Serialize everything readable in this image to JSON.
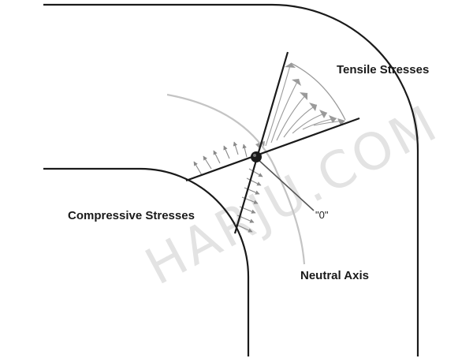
{
  "labels": {
    "tensile": "Tensile Stresses",
    "compressive": "Compressive Stresses",
    "neutral_axis": "Neutral Axis",
    "zero": "\"0\""
  },
  "watermark": "HARJU.COM",
  "colors": {
    "outline": "#1a1a1a",
    "neutral_axis": "#c4c4c4",
    "tensile_arrows": "#9a9a9a",
    "compressive_arrows": "#8a8a8a",
    "pointer": "#555555"
  }
}
